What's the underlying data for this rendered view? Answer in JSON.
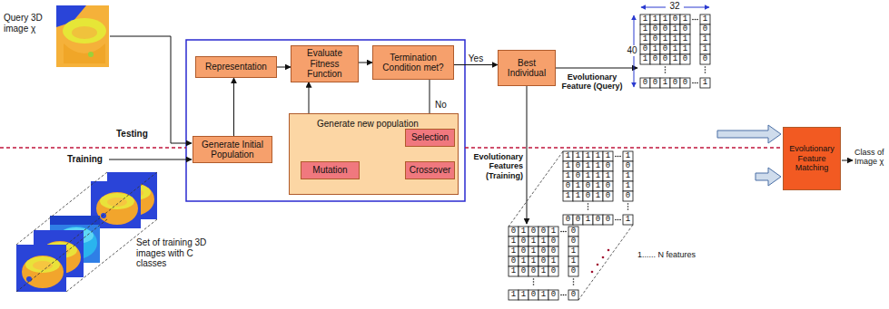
{
  "diagram": {
    "nodes": [
      {
        "text": [
          "Representation"
        ]
      },
      {
        "text": [
          "Evaluate Fitness Function"
        ]
      },
      {
        "text": [
          "Termination Condition met?"
        ]
      },
      {
        "text": [
          "Best Individual"
        ]
      },
      {
        "text": [
          "Generate Initial Population"
        ]
      },
      {
        "text": [
          "Generate new population"
        ]
      },
      {
        "text": [
          "Selection"
        ],
        "in": 5
      },
      {
        "text": [
          "Crossover"
        ],
        "in": 5
      },
      {
        "text": [
          "Mutation"
        ],
        "in": 5
      },
      {
        "text": [
          "Evolutionary Feature Matching"
        ]
      }
    ],
    "edges": [
      {
        "from": 4,
        "to": 0,
        "arrow": "to"
      },
      {
        "from": 0,
        "to": 1,
        "arrow": "to"
      },
      {
        "from": 1,
        "to": 2,
        "arrow": "to"
      },
      {
        "from": 2,
        "to": 3,
        "label": "Yes",
        "arrow": "to"
      },
      {
        "from": 2,
        "to": 6,
        "label": "No",
        "arrow": "to"
      },
      {
        "from": 6,
        "to": 7,
        "arrow": "to"
      },
      {
        "from": 7,
        "to": 8,
        "arrow": "to"
      },
      {
        "from": 8,
        "to": 1,
        "arrow": "to"
      }
    ],
    "labels": [
      "Query 3D image χ",
      "Testing",
      "Training",
      "Set of training 3D images with C classes",
      "Evolutionary Feature (Query)",
      "32",
      "40",
      "Evolutionary Features (Training)",
      "1...... N features",
      "Class of Image χ",
      "11101",
      "10010",
      "10111",
      "01011",
      "10010",
      "00100",
      "1",
      "0",
      "1",
      "1",
      "0",
      "1",
      "11111",
      "10110",
      "10111",
      "01010",
      "11010",
      "00100",
      "1",
      "0",
      "1",
      "1",
      "0",
      "1",
      "01001",
      "10110",
      "10100",
      "01101",
      "10010",
      "11010",
      "0",
      "0",
      "1",
      "1",
      "0",
      "0"
    ]
  }
}
